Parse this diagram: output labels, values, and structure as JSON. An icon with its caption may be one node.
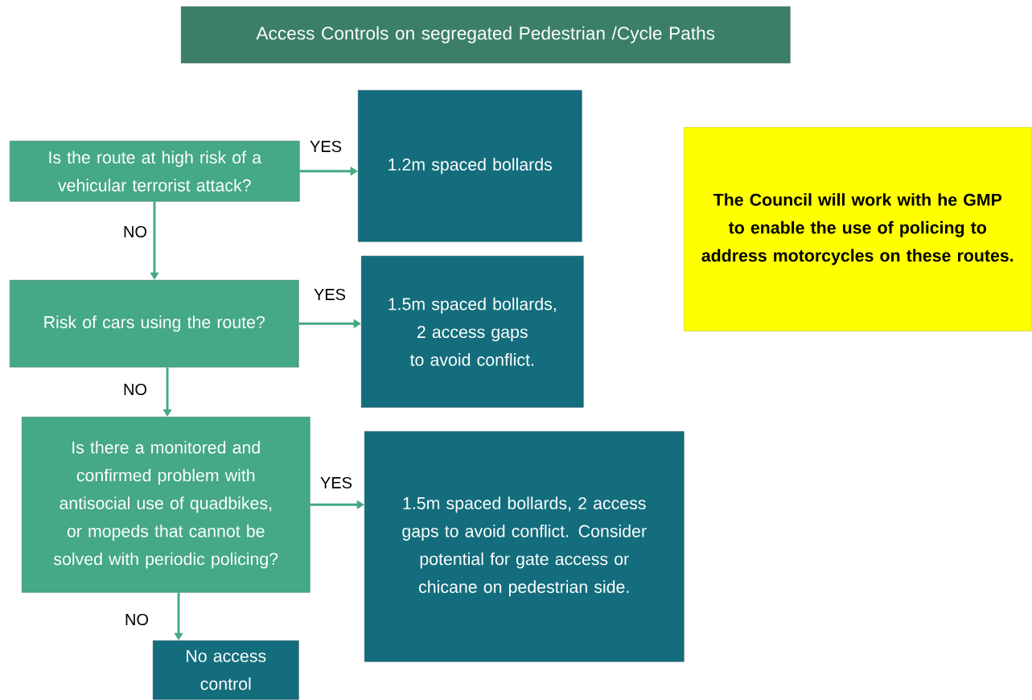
{
  "diagram": {
    "title": "Access Controls on segregated Pedestrian /Cycle Paths",
    "nodes": [
      {
        "text": [
          "Is the route at high risk of a vehicular terrorist attack?"
        ]
      },
      {
        "text": [
          "1.2m spaced bollards"
        ]
      },
      {
        "text": [
          "Risk of cars using the route?"
        ]
      },
      {
        "text": [
          "1.5m spaced bollards, 2 access gaps to avoid conflict."
        ]
      },
      {
        "text": [
          "Is there a monitored and confirmed problem with antisocial use of quadbikes, or mopeds that cannot be solved with periodic policing?"
        ]
      },
      {
        "text": [
          "1.5m spaced bollards, 2 access gaps to avoid conflict. Consider potential for gate access or chicane on pedestrian side."
        ]
      },
      {
        "text": [
          "No access control"
        ]
      },
      {
        "text": [
          "The Council will work with he GMP to enable the use of policing to address motorcycles on these routes."
        ]
      }
    ],
    "edges": [
      {
        "from": 0,
        "to": 1,
        "arrow": "to",
        "label": "YES"
      },
      {
        "from": 0,
        "to": 2,
        "arrow": "to",
        "label": "NO"
      },
      {
        "from": 2,
        "to": 3,
        "arrow": "to",
        "label": "YES"
      },
      {
        "from": 2,
        "to": 4,
        "arrow": "to",
        "label": "NO"
      },
      {
        "from": 4,
        "to": 5,
        "arrow": "to",
        "label": "YES"
      },
      {
        "from": 4,
        "to": 6,
        "arrow": "to",
        "label": "NO"
      }
    ]
  }
}
